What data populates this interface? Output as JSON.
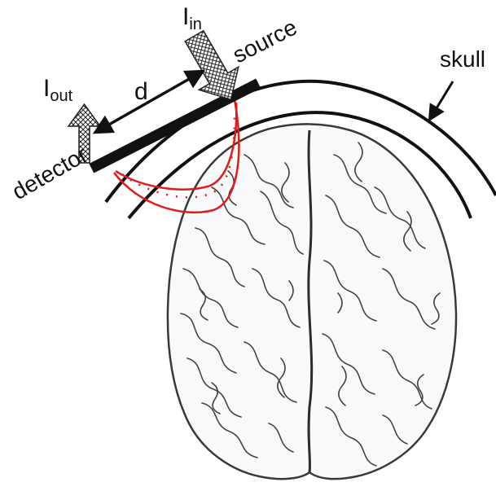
{
  "labels": {
    "i_in": "I",
    "i_in_sub": "in",
    "i_out": "I",
    "i_out_sub": "out",
    "distance": "d",
    "source": "source",
    "detector": "detector",
    "skull": "skull"
  },
  "colors": {
    "ink": "#111111",
    "light_path": "#e01b1b",
    "brain_line": "#3a3a34",
    "brain_fill": "#f7f9fb",
    "arrow_hatch": "#222222"
  },
  "icons": {
    "incoming_light": "hatched-down-arrow-icon",
    "outgoing_light": "hatched-up-arrow-icon",
    "distance": "double-headed-arrow-icon"
  }
}
